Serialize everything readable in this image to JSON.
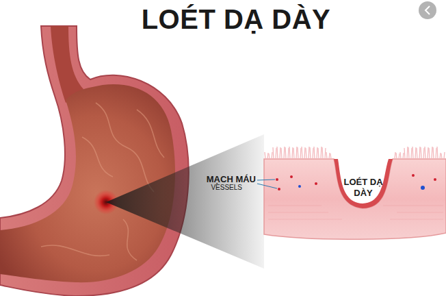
{
  "diagram": {
    "title": "LOÉT DẠ DÀY",
    "labels": [
      "MẠCH MÁU",
      "VESSELS",
      "LOÉT DẠ DÀY"
    ]
  }
}
